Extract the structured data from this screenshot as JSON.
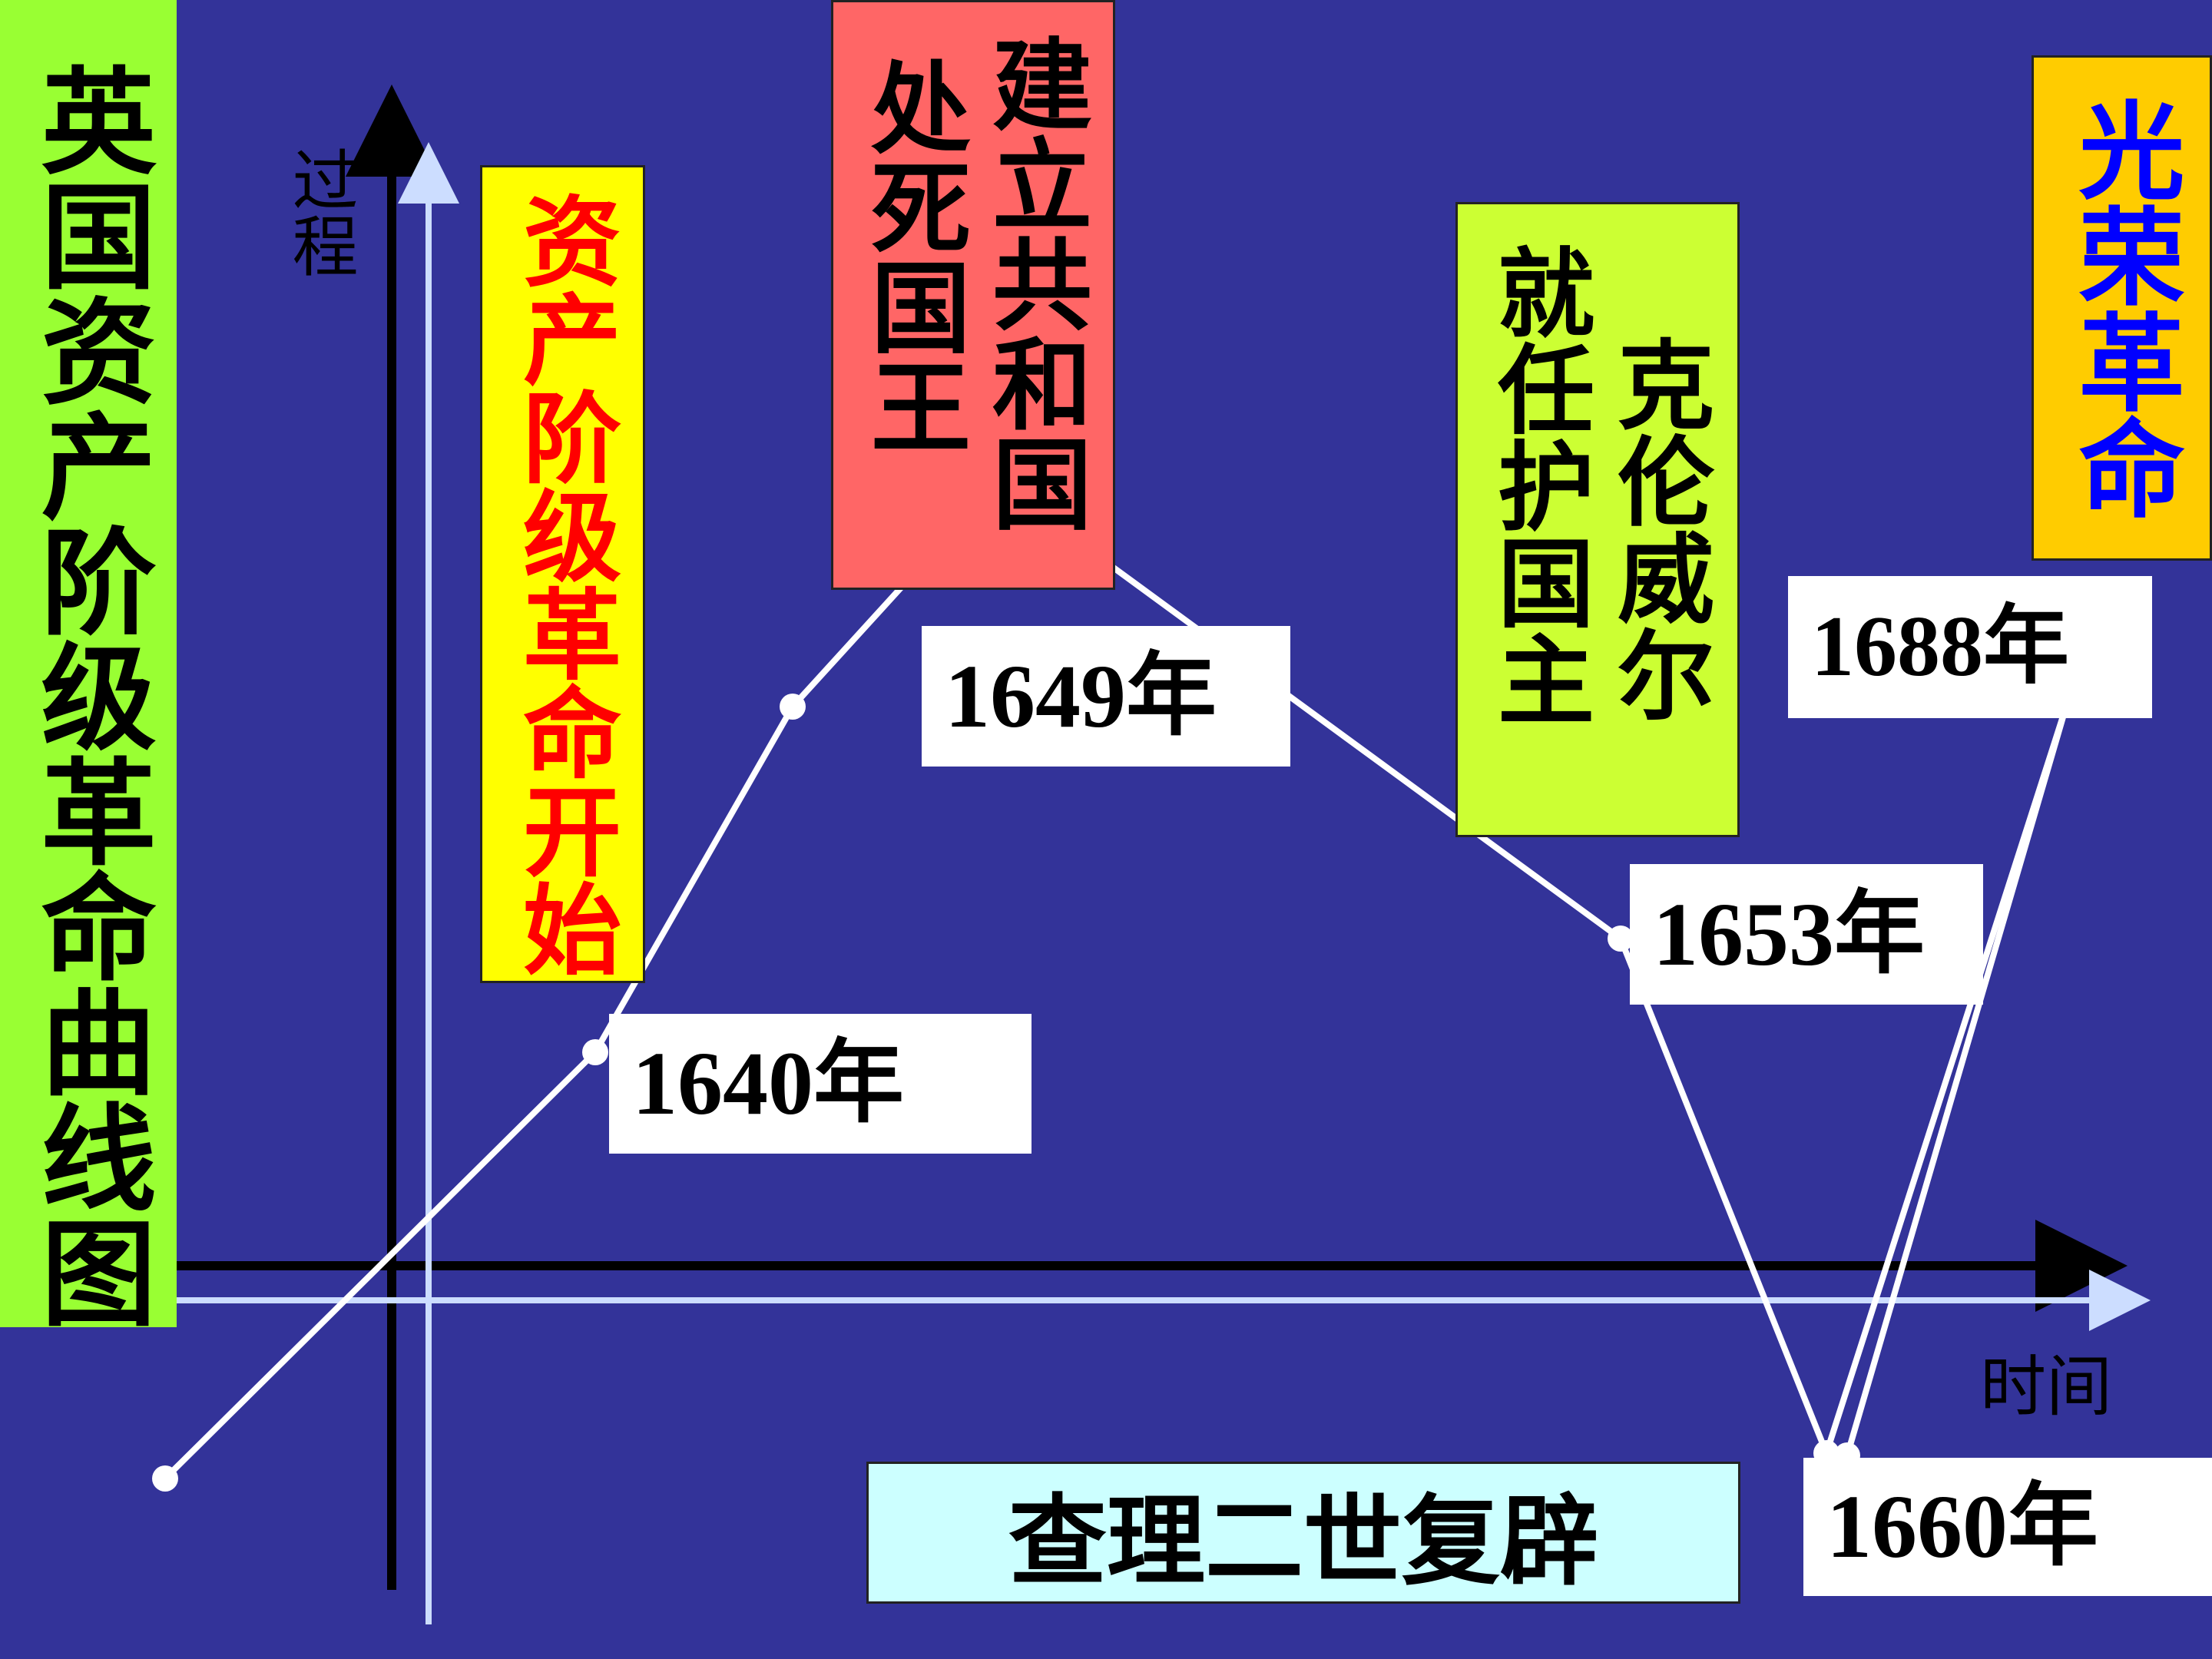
{
  "title": "英国资产阶级革命曲线图",
  "axes": {
    "y_label": "过程",
    "x_label": "时间"
  },
  "events": {
    "start": "资产阶级革命开始",
    "republic_line1": "建立共和国",
    "republic_line2": "处死国王",
    "cromwell_line1": "克伦威尔",
    "cromwell_line2": "就任护国主",
    "restoration": "查理二世复辟",
    "glorious": "光荣革命"
  },
  "years": {
    "y1640": "1640年",
    "y1649": "1649年",
    "y1653": "1653年",
    "y1660": "1660年",
    "y1688": "1688年"
  },
  "colors": {
    "background": "#333399",
    "title_panel": "#99ff33",
    "start_panel": "#ffff00",
    "start_text": "#ff0000",
    "republic_panel": "#ff6666",
    "cromwell_panel": "#ccff33",
    "glorious_panel": "#ffcc00",
    "glorious_text": "#0000ff",
    "restoration_panel": "#ccffff",
    "curve": "#ffffff",
    "axis_dark": "#000000",
    "axis_light": "#ccddff"
  }
}
